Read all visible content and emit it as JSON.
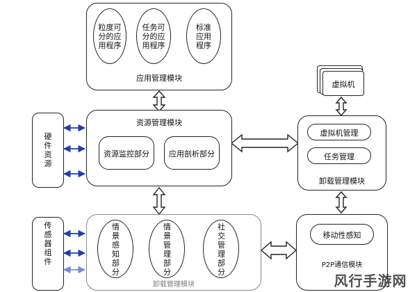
{
  "app_module": {
    "title": "应用管理模块",
    "ellipses": [
      "粒度可分的应用程序",
      "任务可分的应用程序",
      "标准应用程序"
    ]
  },
  "resource_module": {
    "title": "资源管理模块",
    "parts": [
      "资源监控部分",
      "应用剖析部分"
    ]
  },
  "hardware": {
    "label": "硬件资源"
  },
  "sensor": {
    "label": "传感器组件"
  },
  "vm": {
    "label": "虚拟机"
  },
  "offload_module": {
    "title": "卸载管理模块",
    "items": [
      "虚拟机管理",
      "任务管理"
    ]
  },
  "bottom_module": {
    "title": "卸载管理模块",
    "ellipses": [
      "情景感知部分",
      "情景管理部分",
      "社交管理部分"
    ]
  },
  "p2p_module": {
    "title": "P2P通信模块",
    "item": "移动性感知"
  },
  "watermark": "风行手游网",
  "colors": {
    "arrow_blue": "#1f3fb0",
    "border": "#222222"
  }
}
